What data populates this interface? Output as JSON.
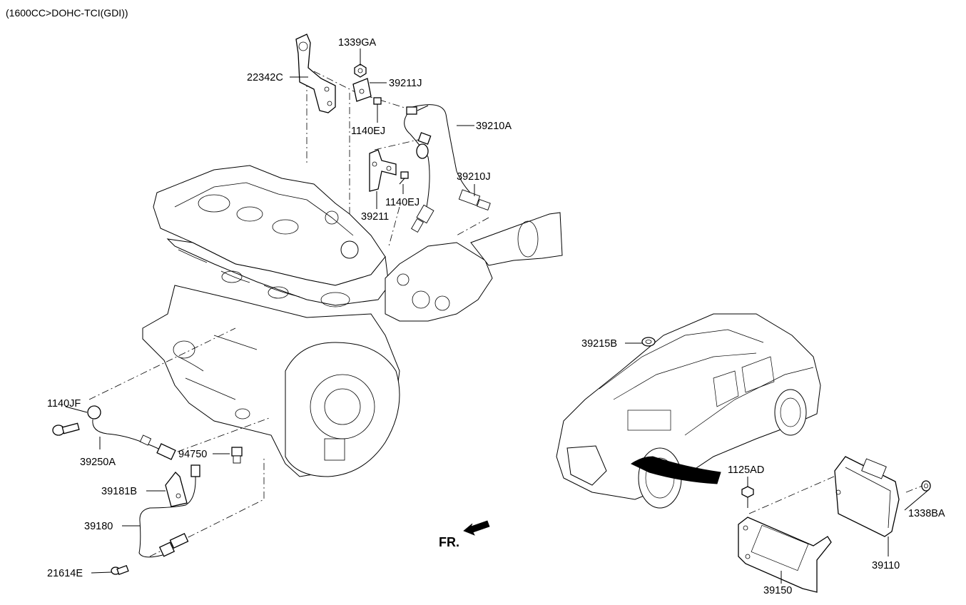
{
  "diagram": {
    "caption": "(1600CC>DOHC-TCI(GDI))",
    "direction_label": "FR.",
    "parts": {
      "p1339GA": "1339GA",
      "p22342C": "22342C",
      "p39211J": "39211J",
      "p1140EJ_a": "1140EJ",
      "p39210A": "39210A",
      "p39210J": "39210J",
      "p1140EJ_b": "1140EJ",
      "p39211": "39211",
      "p39215B": "39215B",
      "p1140JF": "1140JF",
      "p39250A": "39250A",
      "p94750": "94750",
      "p39181B": "39181B",
      "p39180": "39180",
      "p21614E": "21614E",
      "p1125AD": "1125AD",
      "p1338BA": "1338BA",
      "p39110": "39110",
      "p39150": "39150"
    }
  }
}
